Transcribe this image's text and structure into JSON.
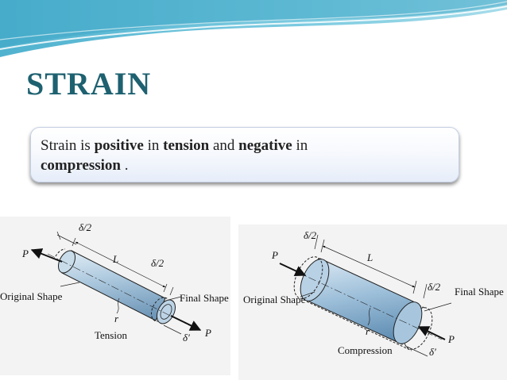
{
  "slide": {
    "title": "STRAIN",
    "statement": {
      "t1": "Strain is ",
      "positive": "positive",
      "t2": " in ",
      "tension": "tension",
      "t3": "  and ",
      "negative": "negative",
      "t4": " in",
      "compression": "compression",
      "t5": " ."
    }
  },
  "figures": {
    "tension": {
      "caption": "Tension",
      "p_left": "P",
      "p_right": "P",
      "length": "L",
      "delta_half_top": "δ/2",
      "delta_half_right": "δ/2",
      "delta_prime": "δ′",
      "radius": "r",
      "original_shape": "Original Shape",
      "final_shape": "Final Shape"
    },
    "compression": {
      "caption": "Compression",
      "p_left": "P",
      "p_right": "P",
      "length": "L",
      "delta_half_top": "δ/2",
      "delta_half_right": "δ/2",
      "delta_prime": "δ′",
      "radius": "r",
      "original_shape": "Original Shape",
      "final_shape": "Final Shape"
    }
  }
}
